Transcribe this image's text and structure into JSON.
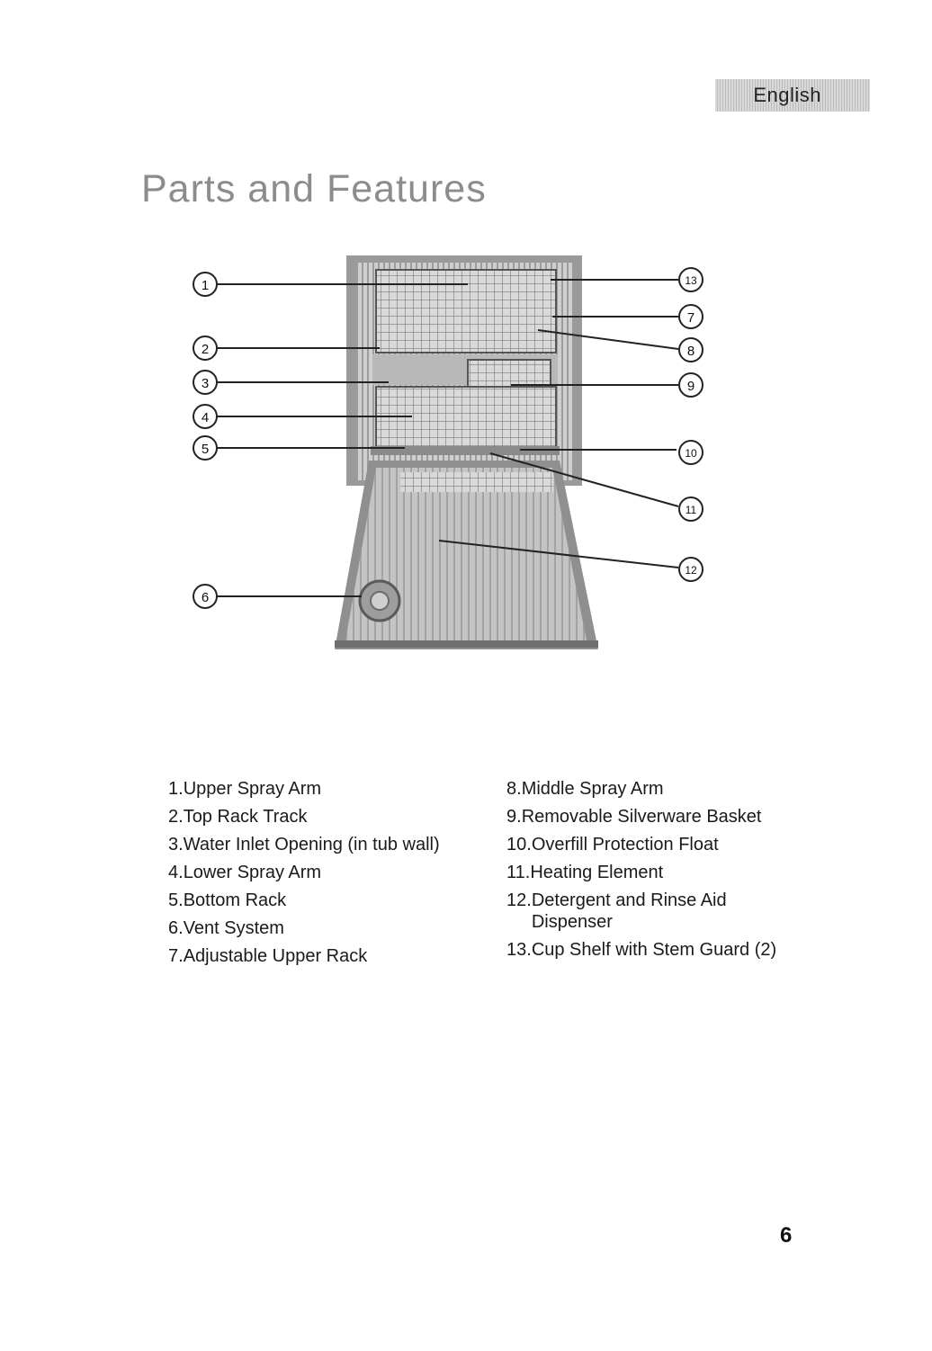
{
  "header": {
    "language_tab": "English"
  },
  "page_title": "Parts and Features",
  "callouts": [
    "1",
    "2",
    "3",
    "4",
    "5",
    "6",
    "7",
    "8",
    "9",
    "10",
    "11",
    "12",
    "13"
  ],
  "legend_left": [
    {
      "num": "1.",
      "text": "Upper Spray Arm"
    },
    {
      "num": "2.",
      "text": "Top Rack Track"
    },
    {
      "num": "3.",
      "text": "Water Inlet Opening (in tub wall)"
    },
    {
      "num": "4.",
      "text": "Lower Spray Arm"
    },
    {
      "num": "5.",
      "text": "Bottom Rack"
    },
    {
      "num": "6.",
      "text": "Vent System"
    },
    {
      "num": "7.",
      "text": "Adjustable Upper Rack"
    }
  ],
  "legend_right": [
    {
      "num": "8.",
      "text": "Middle Spray Arm"
    },
    {
      "num": "9.",
      "text": "Removable Silverware Basket"
    },
    {
      "num": "10.",
      "text": "Overfill Protection Float"
    },
    {
      "num": "11.",
      "text": "Heating Element"
    },
    {
      "num": "12.",
      "text": "Detergent and Rinse Aid\nDispenser"
    },
    {
      "num": "13.",
      "text": "Cup Shelf with Stem Guard (2)"
    }
  ],
  "footer": {
    "page_number": "6"
  },
  "colors": {
    "title_gray": "#8c8c8c",
    "tab_gray": "#c8c8c8"
  }
}
